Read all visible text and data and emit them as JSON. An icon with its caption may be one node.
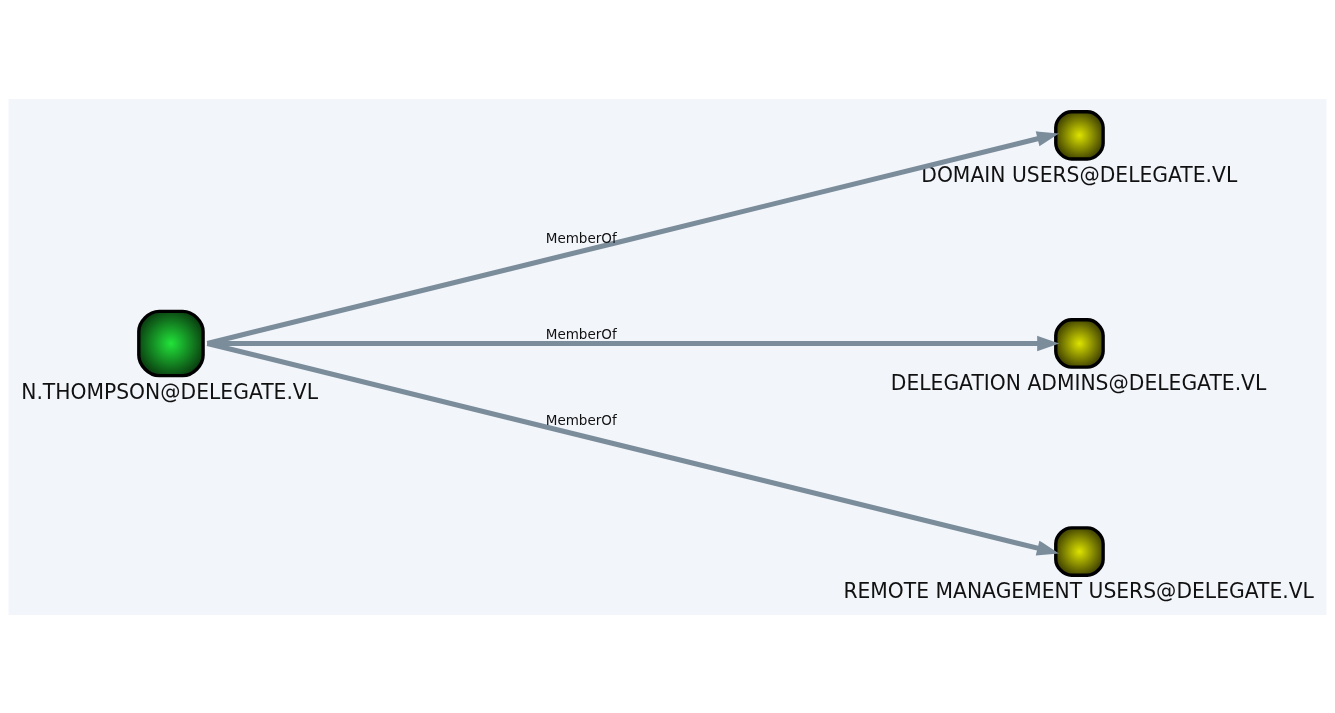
{
  "diagram": {
    "nodes": [
      {
        "text": [
          "N.THOMPSON@DELEGATE.VL"
        ]
      },
      {
        "text": [
          "DOMAIN USERS@DELEGATE.VL"
        ]
      },
      {
        "text": [
          "DELEGATION ADMINS@DELEGATE.VL"
        ]
      },
      {
        "text": [
          "REMOTE MANAGEMENT USERS@DELEGATE.VL"
        ]
      }
    ],
    "edges": [
      {
        "from": 0,
        "to": 1,
        "label": "MemberOf",
        "arrow": "to"
      },
      {
        "from": 0,
        "to": 2,
        "label": "MemberOf",
        "arrow": "to"
      },
      {
        "from": 0,
        "to": 3,
        "label": "MemberOf",
        "arrow": "to"
      }
    ]
  }
}
